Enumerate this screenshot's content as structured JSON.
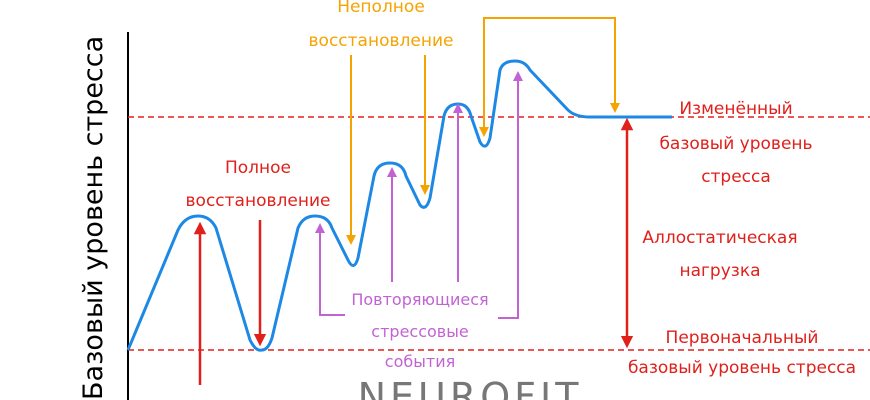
{
  "y_axis_label": "Базовый уровень стресса",
  "labels": {
    "full_recovery": [
      "Полное",
      "восстановление"
    ],
    "partial_recovery": [
      "Неполное",
      "восстановление"
    ],
    "repeated_events": [
      "Повторяющиеся",
      "стрессовые",
      "события"
    ],
    "changed_baseline": [
      "Изменённый",
      "базовый уровень",
      "стресса"
    ],
    "allostatic_load": [
      "Аллостатическая",
      "нагрузка"
    ],
    "initial_baseline": [
      "Первоначальный",
      "базовый уровень стресса"
    ]
  },
  "watermark": "NEUROFIT",
  "colors": {
    "curve": "#1e88e5",
    "red": "#e0201b",
    "orange": "#f5a300",
    "purple": "#c263d4"
  }
}
